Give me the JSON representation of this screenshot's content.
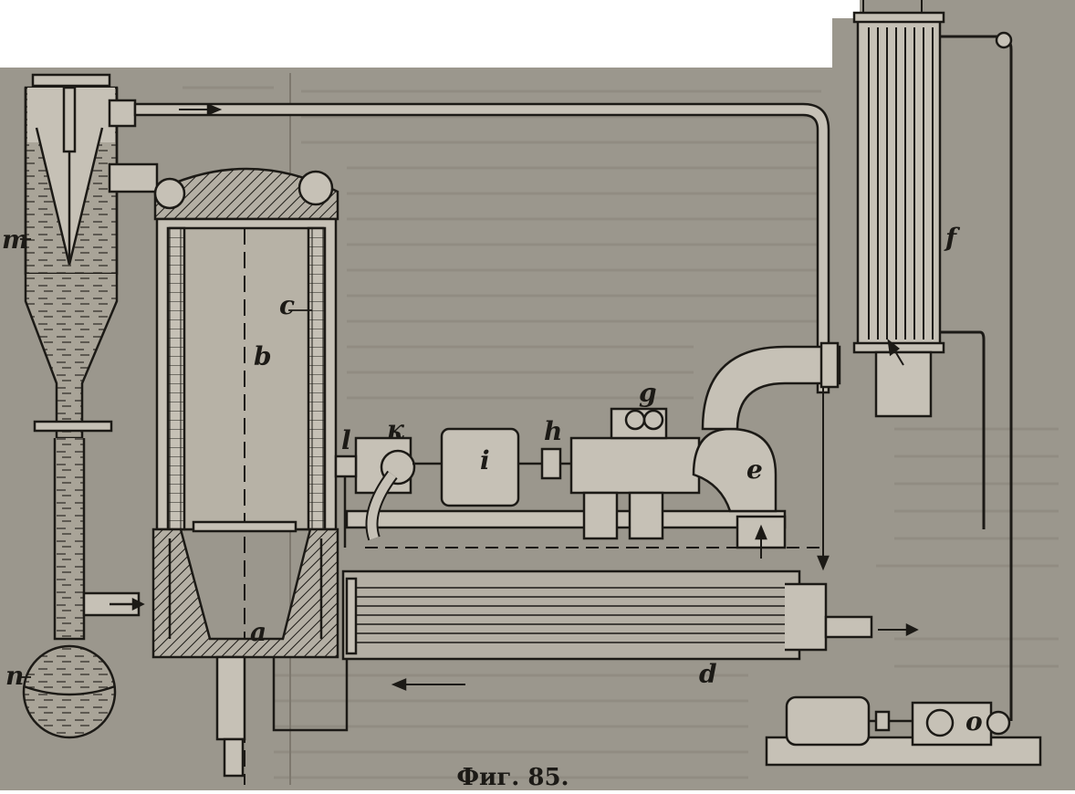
{
  "figure": {
    "caption": "Фиг. 85.",
    "labels": {
      "a": "a",
      "b": "b",
      "c": "c",
      "d": "d",
      "e": "e",
      "f": "f",
      "g": "g",
      "h": "h",
      "i": "i",
      "k": "к",
      "l": "l",
      "m": "m",
      "n": "n",
      "o": "o"
    }
  },
  "colors": {
    "paper": "#9b978d",
    "ink": "#1c1a16",
    "white_band": "#ffffff"
  }
}
